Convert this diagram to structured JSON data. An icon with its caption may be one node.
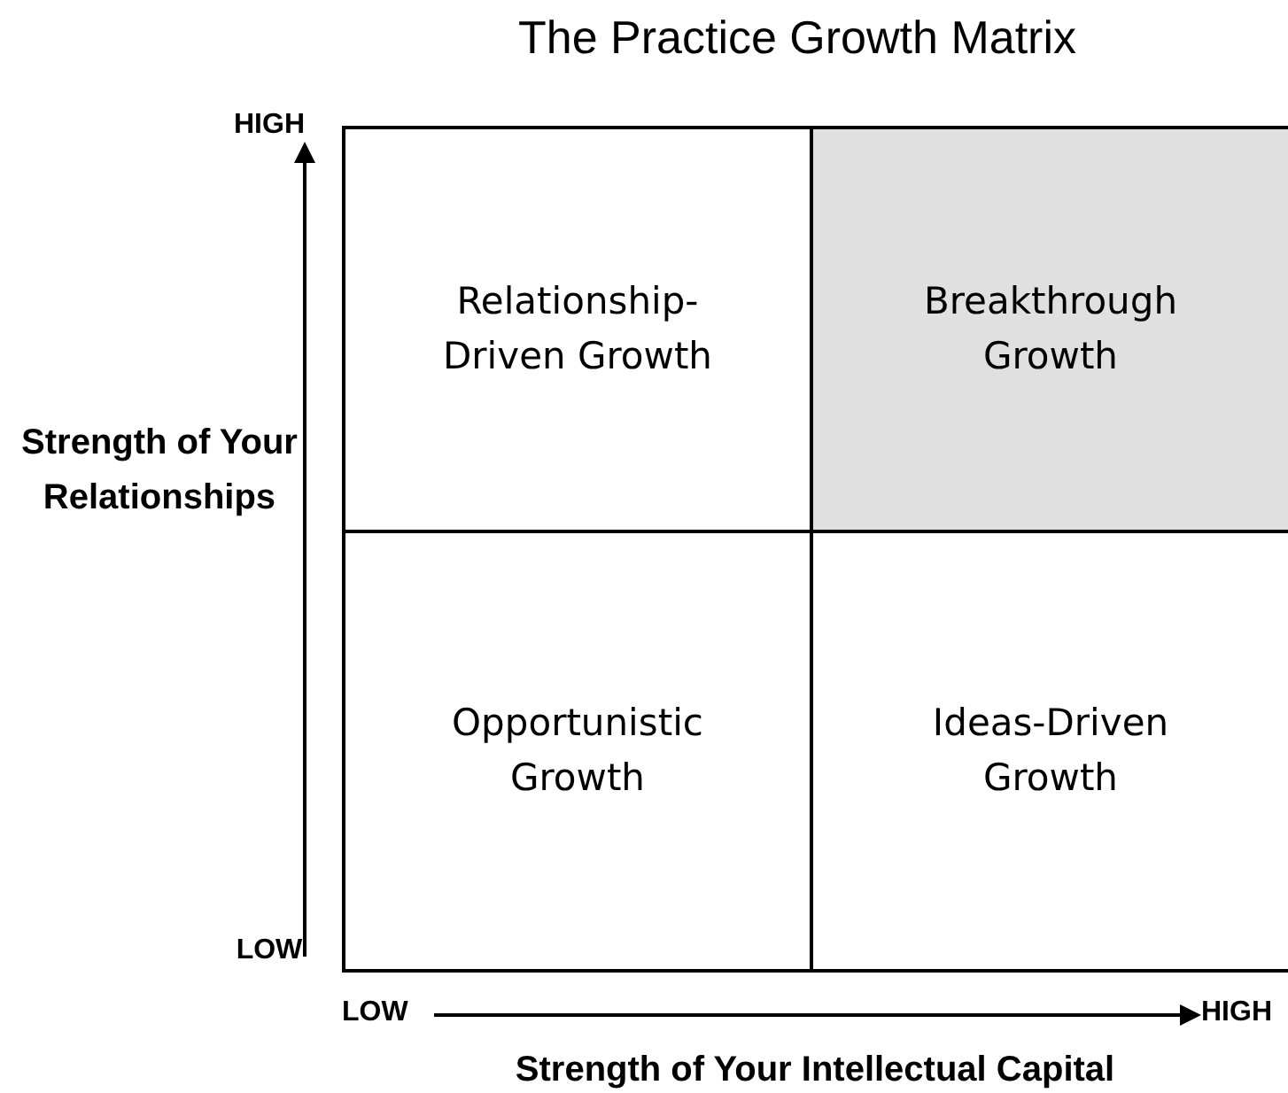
{
  "diagram": {
    "title": "The Practice Growth Matrix",
    "nodes": [
      {
        "text": [
          "Relationship-Driven Growth"
        ]
      },
      {
        "text": [
          "Breakthrough Growth"
        ]
      },
      {
        "text": [
          "Opportunistic Growth"
        ]
      },
      {
        "text": [
          "Ideas-Driven Growth"
        ]
      }
    ],
    "labels": [
      "HIGH",
      "Strength of Your Relationships",
      "LOW",
      "LOW",
      "HIGH",
      "Strength of Your Intellectual Capital"
    ]
  }
}
